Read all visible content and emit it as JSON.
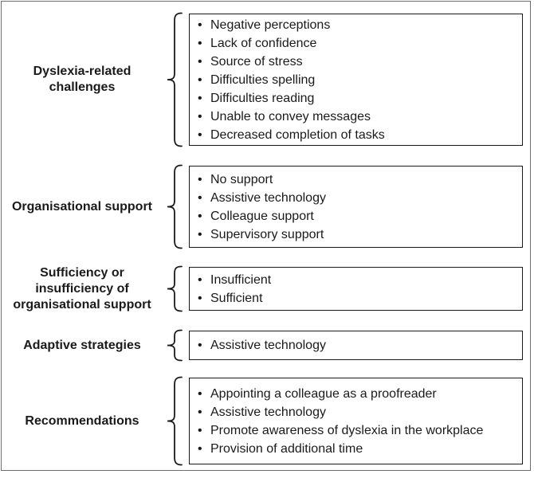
{
  "figure": {
    "background": "#ffffff",
    "frame_color": "#6e6e6e",
    "box_border_color": "#1a1a1a",
    "text_color": "#1a1a1a",
    "bullet_char": "•",
    "sections": [
      {
        "label_lines": [
          "Dyslexia-related",
          "challenges"
        ],
        "items": [
          "Negative perceptions",
          "Lack of confidence",
          "Source of stress",
          "Difficulties spelling",
          "Difficulties reading",
          "Unable to convey messages",
          "Decreased completion of tasks"
        ]
      },
      {
        "label_lines": [
          "Organisational support"
        ],
        "items": [
          "No support",
          "Assistive technology",
          "Colleague support",
          "Supervisory support"
        ]
      },
      {
        "label_lines": [
          "Sufficiency or",
          "insufficiency of",
          "organisational support"
        ],
        "items": [
          "Insufficient",
          "Sufficient"
        ]
      },
      {
        "label_lines": [
          "Adaptive strategies"
        ],
        "items": [
          "Assistive technology"
        ]
      },
      {
        "label_lines": [
          "Recommendations"
        ],
        "items": [
          "Appointing a colleague as a proofreader",
          "Assistive technology",
          "Promote awareness of dyslexia in the workplace",
          "Provision of additional time"
        ]
      }
    ]
  }
}
